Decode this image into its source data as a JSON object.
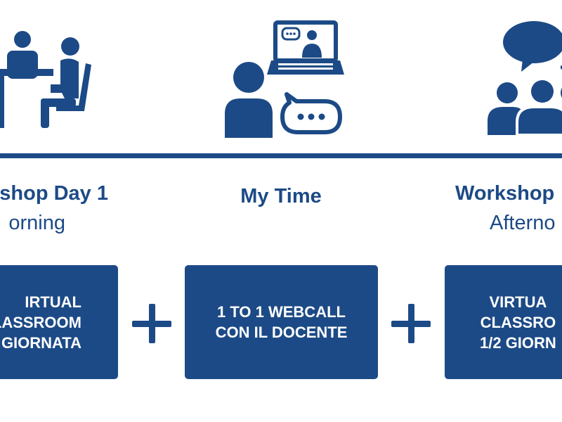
{
  "colors": {
    "brand_blue": "#1c4a86",
    "background": "#ffffff",
    "box_text": "#ffffff"
  },
  "icons": {
    "left": "meeting-at-table-icon",
    "middle": "webcall-laptop-chat-icon",
    "right": "group-discussion-icon",
    "operator": "plus-icon"
  },
  "columns": [
    {
      "title": "shop Day 1",
      "subtitle": "orning",
      "box_text": "IRTUAL\nLASSROOM\n GIORNATA"
    },
    {
      "title": "My Time",
      "subtitle": "",
      "box_text": "1 TO 1 WEBCALL\nCON IL DOCENTE"
    },
    {
      "title": "Workshop",
      "subtitle": "Afterno",
      "box_text": "VIRTUA\nCLASSRO\n1/2 GIORN"
    }
  ]
}
